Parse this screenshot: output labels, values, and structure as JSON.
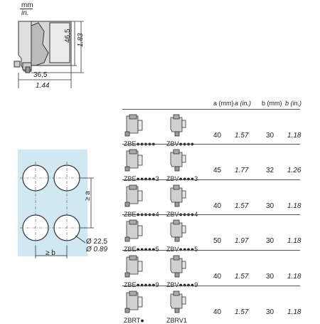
{
  "units": {
    "mm": "mm",
    "in": "in."
  },
  "top_drawing": {
    "width_mm": "36,5",
    "width_in": "1.44",
    "height_mm": "46,5",
    "height_in": "1.83"
  },
  "cutout": {
    "dim_a": "≥ a",
    "dim_b": "≥ b",
    "diameter_mm": "Ø 22,5",
    "diameter_in": "Ø 0.89"
  },
  "colors": {
    "panel": "#cfe8f2",
    "line": "#333333"
  },
  "table": {
    "headers": {
      "a_mm": "a (mm)",
      "a_in": "a (in.)",
      "b_mm": "b (mm)",
      "b_in": "b (in.)"
    },
    "rows": [
      {
        "name1": "ZBE●●●●●",
        "name2": "ZBV●●●●",
        "a_mm": "40",
        "a_in": "1.57",
        "b_mm": "30",
        "b_in": "1.18"
      },
      {
        "name1": "ZBE●●●●●3",
        "name2": "ZBV●●●●3",
        "a_mm": "45",
        "a_in": "1.77",
        "b_mm": "32",
        "b_in": "1.26"
      },
      {
        "name1": "ZBE●●●●●4",
        "name2": "ZBV●●●●4",
        "a_mm": "40",
        "a_in": "1.57",
        "b_mm": "30",
        "b_in": "1.18"
      },
      {
        "name1": "ZBE●●●●●5",
        "name2": "ZBV●●●●5",
        "a_mm": "50",
        "a_in": "1.97",
        "b_mm": "30",
        "b_in": "1.18"
      },
      {
        "name1": "ZBE●●●●●9",
        "name2": "ZBV●●●●9",
        "a_mm": "40",
        "a_in": "1.57",
        "b_mm": "30",
        "b_in": "1.18"
      },
      {
        "name1": "ZBRT●",
        "name2": "ZBRV1",
        "a_mm": "40",
        "a_in": "1.57",
        "b_mm": "30",
        "b_in": "1.18"
      }
    ]
  }
}
